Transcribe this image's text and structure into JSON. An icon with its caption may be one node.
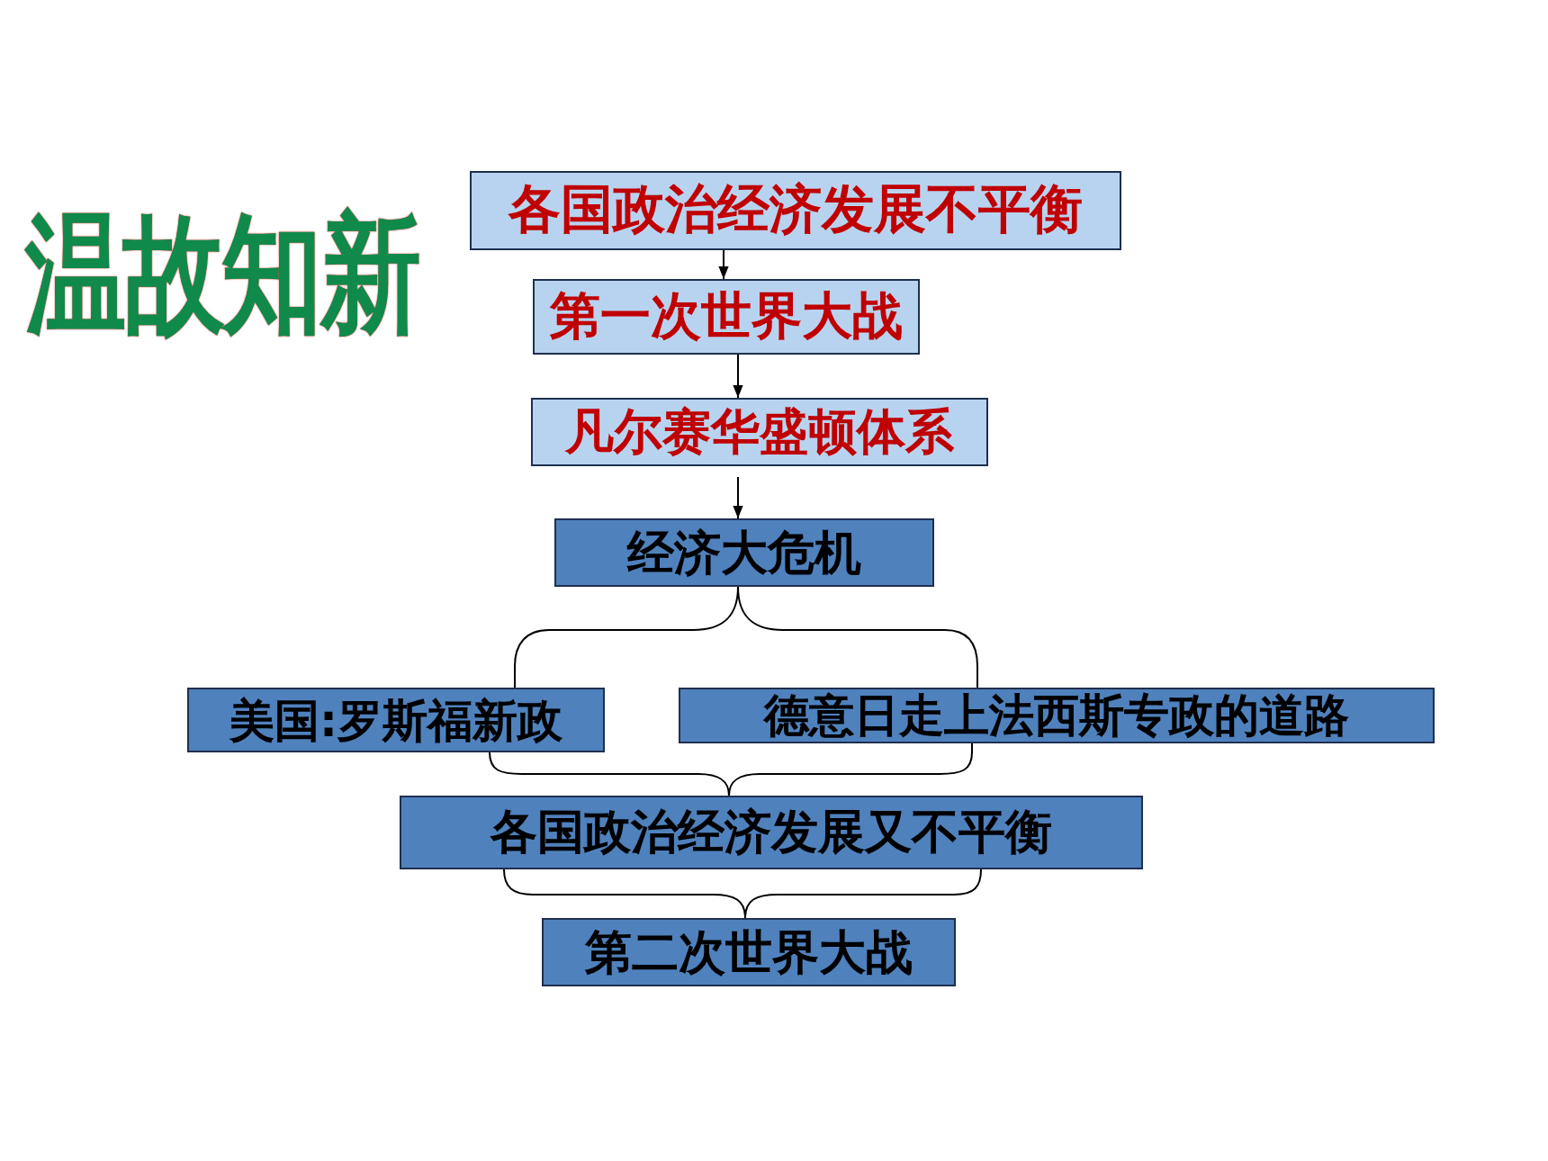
{
  "diagram": {
    "title": "温故知新",
    "nodes": [
      {
        "text": [
          "各国政治经济发展不平衡"
        ]
      },
      {
        "text": [
          "第一次世界大战"
        ]
      },
      {
        "text": [
          "凡尔赛华盛顿体系"
        ]
      },
      {
        "text": [
          "经济大危机"
        ]
      },
      {
        "text": [
          "美国:罗斯福新政"
        ]
      },
      {
        "text": [
          "德意日走上法西斯专政的道路"
        ]
      },
      {
        "text": [
          "各国政治经济发展又不平衡"
        ]
      },
      {
        "text": [
          "第二次世界大战"
        ]
      }
    ],
    "edges": [
      {
        "from": 0,
        "to": 1,
        "arrow": "to"
      },
      {
        "from": 1,
        "to": 2,
        "arrow": "to"
      },
      {
        "from": 2,
        "to": 3,
        "arrow": "to"
      },
      {
        "from": 3,
        "to": 4,
        "arrow": "none"
      },
      {
        "from": 3,
        "to": 5,
        "arrow": "none"
      },
      {
        "from": 4,
        "to": 6,
        "arrow": "none"
      },
      {
        "from": 5,
        "to": 6,
        "arrow": "none"
      },
      {
        "from": 6,
        "to": 7,
        "arrow": "none"
      }
    ]
  }
}
